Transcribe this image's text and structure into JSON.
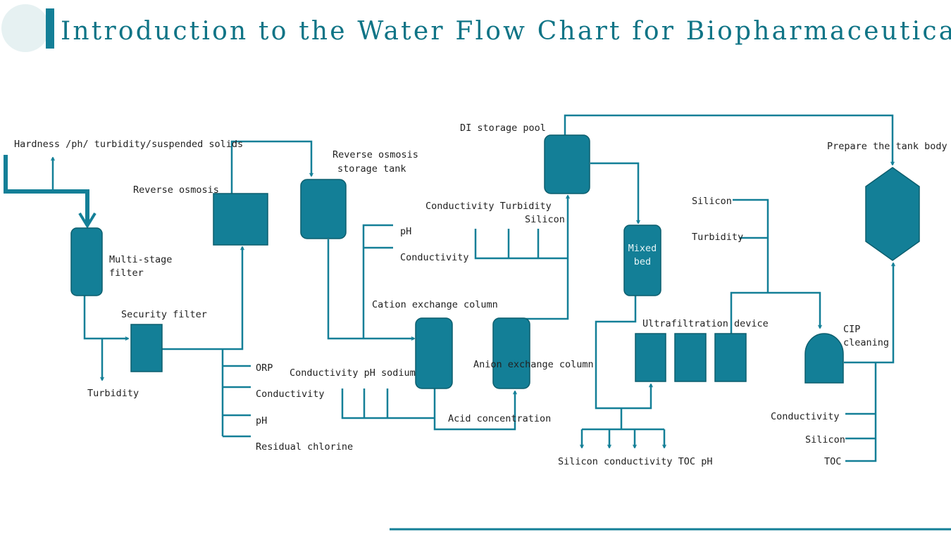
{
  "title": "Introduction to the Water Flow Chart for Biopharmaceuticals",
  "colors": {
    "primary": "#137f97",
    "box_fill": "#137f97",
    "box_stroke": "#0c5e6e",
    "deco_circle": "#e6f1f2"
  },
  "labels": {
    "raw_water_tests": "Hardness /ph/ turbidity/suspended solids",
    "multi_stage_filter_1": "Multi-stage",
    "multi_stage_filter_2": "filter",
    "security_filter": "Security filter",
    "turbidity_1": "Turbidity",
    "reverse_osmosis": "Reverse osmosis",
    "ro_storage_tank_1": "Reverse osmosis",
    "ro_storage_tank_2": "storage tank",
    "orp": "ORP",
    "conductivity_1": "Conductivity",
    "ph_1": "pH",
    "residual_chlorine": "Residual chlorine",
    "ph_2": "pH",
    "conductivity_2": "Conductivity",
    "cation_exchange_column": "Cation exchange column",
    "conductivity_ph_sodium": "Conductivity pH sodium",
    "anion_exchange_column": "Anion exchange column",
    "acid_concentration": "Acid concentration",
    "conductivity_turbidity": "Conductivity Turbidity",
    "silicon_1": "Silicon",
    "di_storage_pool": "DI storage pool",
    "mixed_bed_1": "Mixed",
    "mixed_bed_2": "bed",
    "ultrafiltration_device": "Ultrafiltration device",
    "silicon_conductivity_toc_ph": "Silicon conductivity TOC pH",
    "silicon_2": "Silicon",
    "turbidity_2": "Turbidity",
    "prepare_tank_body": "Prepare the tank body",
    "cip_cleaning_1": "CIP",
    "cip_cleaning_2": "cleaning",
    "conductivity_3": "Conductivity",
    "silicon_3": "Silicon",
    "toc": "TOC"
  }
}
